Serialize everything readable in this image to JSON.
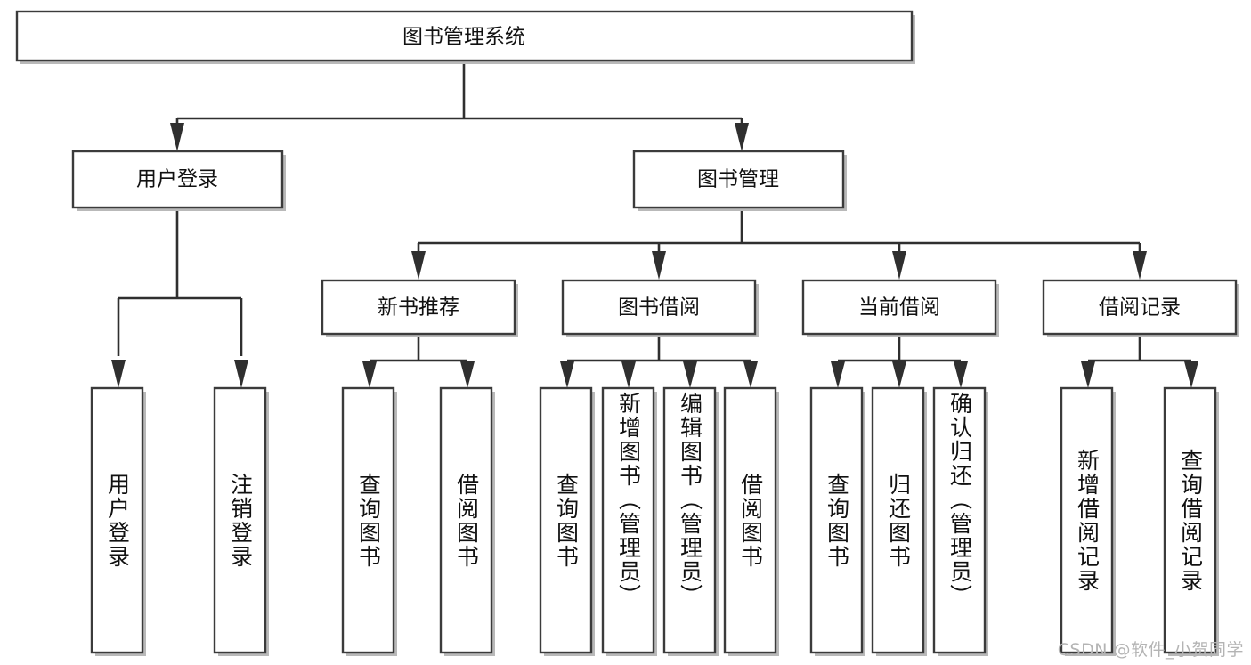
{
  "diagram": {
    "title": "图书管理系统",
    "type": "tree-hierarchy-chart",
    "root": {
      "label": "图书管理系统"
    },
    "level2": [
      {
        "label": "用户登录"
      },
      {
        "label": "图书管理"
      }
    ],
    "level3": [
      {
        "label": "新书推荐"
      },
      {
        "label": "图书借阅"
      },
      {
        "label": "当前借阅"
      },
      {
        "label": "借阅记录"
      }
    ],
    "leaves": {
      "user_login": [
        {
          "label": "用户登录"
        },
        {
          "label": "注销登录"
        }
      ],
      "new_book_recommend": [
        {
          "label": "查询图书"
        },
        {
          "label": "借阅图书"
        }
      ],
      "book_borrow": [
        {
          "label": "查询图书"
        },
        {
          "label": "新增图书（管理员）"
        },
        {
          "label": "编辑图书（管理员）"
        },
        {
          "label": "借阅图书"
        }
      ],
      "current_borrow": [
        {
          "label": "查询图书"
        },
        {
          "label": "归还图书"
        },
        {
          "label": "确认归还（管理员）"
        }
      ],
      "borrow_record": [
        {
          "label": "新增借阅记录"
        },
        {
          "label": "查询借阅记录"
        }
      ]
    }
  },
  "watermark": {
    "text": "CSDN @软件_小贺同学"
  },
  "colors": {
    "background": "#ffffff",
    "box_stroke": "#3b3b3b",
    "connector": "#2f2f2f",
    "text": "#111111",
    "watermark": "#b4b4b4"
  }
}
